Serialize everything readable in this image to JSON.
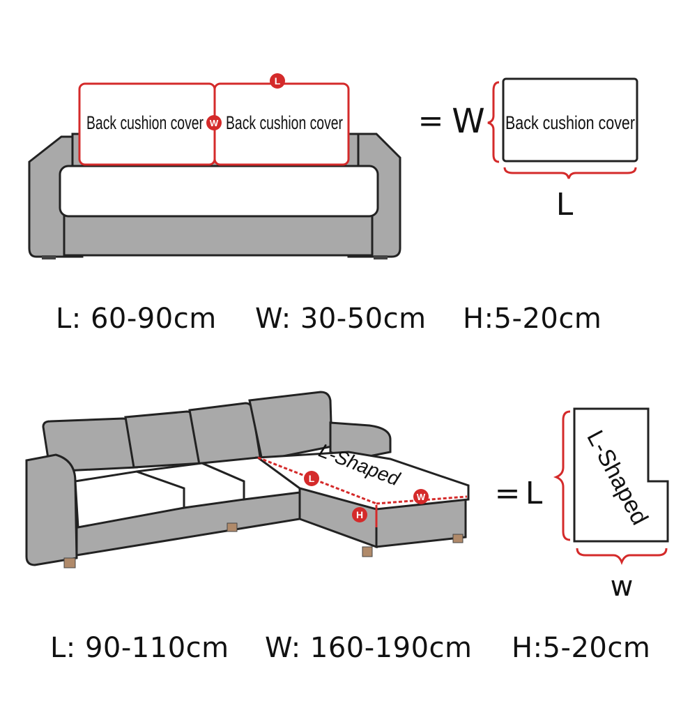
{
  "top_diagram": {
    "cushion_label_left": "Back cushion cover",
    "cushion_label_right": "Back cushion cover",
    "marker_l": "L",
    "marker_w": "W",
    "equals": "=",
    "dim_w": "W",
    "detail_label": "Back cushion cover",
    "dim_l": "L",
    "specs": {
      "length": "L: 60-90cm",
      "width": "W: 30-50cm",
      "height": "H:5-20cm"
    }
  },
  "bottom_diagram": {
    "chaise_label": "L-Shaped",
    "marker_l": "L",
    "marker_w": "W",
    "marker_h": "H",
    "equals": "=",
    "dim_l": "L",
    "detail_label": "L-Shaped",
    "dim_w": "w",
    "specs": {
      "length": "L: 90-110cm",
      "width": "W: 160-190cm",
      "height": "H:5-20cm"
    }
  },
  "colors": {
    "accent_red": "#d42a2a",
    "sofa_gray": "#a9a9a9",
    "outline": "#222222"
  }
}
